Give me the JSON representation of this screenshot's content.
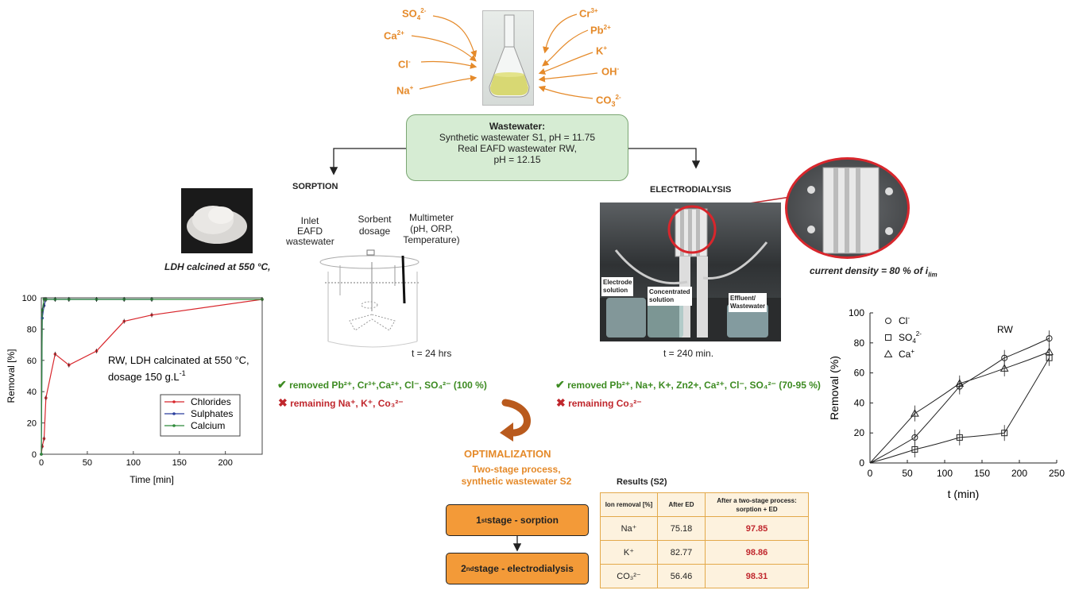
{
  "ions_left": [
    {
      "base": "SO",
      "sub": "4",
      "sup": "2-"
    },
    {
      "base": "Ca",
      "sub": "",
      "sup": "2+"
    },
    {
      "base": "Cl",
      "sub": "",
      "sup": "-"
    },
    {
      "base": "Na",
      "sub": "",
      "sup": "+"
    }
  ],
  "ions_right": [
    {
      "base": "Cr",
      "sub": "",
      "sup": "3+"
    },
    {
      "base": "Pb",
      "sub": "",
      "sup": "2+"
    },
    {
      "base": "K",
      "sub": "",
      "sup": "+"
    },
    {
      "base": "OH",
      "sub": "",
      "sup": "-"
    },
    {
      "base": "CO",
      "sub": "3",
      "sup": "2-"
    }
  ],
  "wastewater": {
    "title": "Wastewater:",
    "line1": "Synthetic wastewater S1, pH = 11.75",
    "line2": "Real EAFD wastewater RW,",
    "line3": "pH = 12.15"
  },
  "sorption": {
    "title": "SORPTION",
    "ldh_caption": "LDH calcined at 550 °C,",
    "inlet_label": "Inlet\nEAFD\nwastewater",
    "sorbent_label": "Sorbent\ndosage",
    "multimeter_label": "Multimeter\n(pH, ORP,\nTemperature)",
    "time": "t = 24 hrs",
    "removed": "removed Pb²⁺, Cr³⁺,Ca²⁺, Cl⁻, SO₄²⁻ (100 %)",
    "remaining": "remaining Na⁺, K⁺, Co₃²⁻"
  },
  "electrodialysis": {
    "title": "ELECTRODIALYSIS",
    "current_density_prefix": "current density = 80 % of ",
    "current_density_var": "i",
    "current_density_sub": "lim",
    "label_electrode": "Electrode\nsolution",
    "label_concentrated": "Concentrated\nsolution",
    "label_effluent": "Effluent/\nWastewater",
    "time": "t = 240 min.",
    "removed": "removed Pb²⁺, Na+, K+, Zn2+, Ca²⁺, Cl⁻, SO₄²⁻ (70-95 %)",
    "remaining": "remaining Co₃²⁻"
  },
  "optimalization": {
    "title": "OPTIMALIZATION",
    "sub1": "Two-stage process,",
    "sub2": "synthetic wastewater S2",
    "stage1_sup": "st",
    "stage1_num": "1",
    "stage1_text": " stage - sorption",
    "stage2_num": "2",
    "stage2_sup": "nd",
    "stage2_text": " stage - electrodialysis"
  },
  "results": {
    "title": "Results (S2)",
    "headers": [
      "Ion removal [%]",
      "After ED",
      "After a two-stage process: sorption + ED"
    ],
    "rows": [
      {
        "ion": "Na⁺",
        "after_ed": "75.18",
        "two_stage": "97.85"
      },
      {
        "ion": "K⁺",
        "after_ed": "82.77",
        "two_stage": "98.86"
      },
      {
        "ion": "CO₃²⁻",
        "after_ed": "56.46",
        "two_stage": "98.31"
      }
    ]
  },
  "chart_data": [
    {
      "type": "line",
      "annotation_line1": "RW, LDH calcinated at 550 °C,",
      "annotation_line2": "dosage 150 g.L",
      "annotation_sup": "-1",
      "xlabel": "Time [min]",
      "ylabel": "Removal [%]",
      "xlim": [
        0,
        240
      ],
      "ylim": [
        0,
        100
      ],
      "xticks": [
        0,
        50,
        100,
        150,
        200
      ],
      "yticks": [
        0,
        20,
        40,
        60,
        80,
        100
      ],
      "legend_position": "bottom-right",
      "series": [
        {
          "name": "Chlorides",
          "color": "#d8262c",
          "x": [
            0,
            1,
            3,
            5,
            15,
            30,
            60,
            90,
            120,
            240
          ],
          "y": [
            0,
            5,
            10,
            36,
            64,
            57,
            66,
            85,
            89,
            99
          ]
        },
        {
          "name": "Sulphates",
          "color": "#2a3f9e",
          "x": [
            0,
            1,
            3,
            5,
            15,
            30,
            60,
            90,
            120
          ],
          "y": [
            0,
            87,
            95,
            99,
            99,
            99,
            99,
            99,
            99
          ]
        },
        {
          "name": "Calcium",
          "color": "#2e8b3a",
          "x": [
            0,
            1,
            3,
            5,
            15,
            30,
            60,
            90,
            120,
            240
          ],
          "y": [
            0,
            92,
            99,
            99,
            99,
            99,
            99,
            99,
            99,
            99
          ]
        }
      ]
    },
    {
      "type": "scatter",
      "annotation": "RW",
      "xlabel": "t (min)",
      "ylabel": "Removal (%)",
      "xlim": [
        0,
        250
      ],
      "ylim": [
        0,
        100
      ],
      "xticks": [
        0,
        50,
        100,
        150,
        200,
        250
      ],
      "yticks": [
        0,
        20,
        40,
        60,
        80,
        100
      ],
      "legend_position": "top-left",
      "series": [
        {
          "name": "Cl",
          "name_sup": "-",
          "marker": "circle",
          "x": [
            0,
            60,
            120,
            180,
            240
          ],
          "y": [
            0,
            17,
            51,
            70,
            83
          ]
        },
        {
          "name": "SO",
          "name_sub": "4",
          "name_sup": "2-",
          "marker": "square",
          "x": [
            0,
            60,
            120,
            180,
            240
          ],
          "y": [
            0,
            9,
            17,
            20,
            70
          ]
        },
        {
          "name": "Ca",
          "name_sup": "+",
          "marker": "triangle",
          "x": [
            0,
            60,
            120,
            180,
            240
          ],
          "y": [
            0,
            33,
            53,
            63,
            74
          ]
        }
      ]
    }
  ]
}
